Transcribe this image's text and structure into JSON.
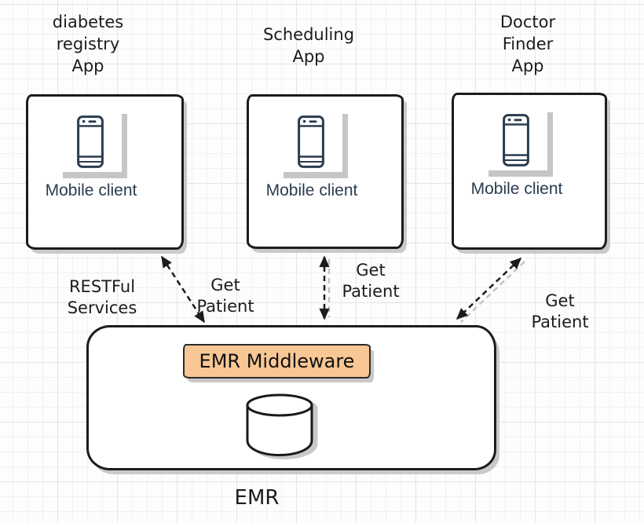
{
  "diagram": {
    "apps": [
      {
        "title": "diabetes\nregistry\nApp",
        "client_label": "Mobile client"
      },
      {
        "title": "Scheduling\nApp",
        "client_label": "Mobile client"
      },
      {
        "title": "Doctor\nFinder\nApp",
        "client_label": "Mobile client"
      }
    ],
    "edge_labels": {
      "restful": "RESTFul\nServices",
      "get_patient_1": "Get\nPatient",
      "get_patient_2": "Get\nPatient",
      "get_patient_3": "Get\nPatient"
    },
    "emr": {
      "middleware": "EMR Middleware",
      "caption": "EMR"
    },
    "icons": {
      "client": "smartphone-icon",
      "storage": "database-cylinder-icon"
    },
    "colors": {
      "ink": "#1c1c1c",
      "client_accent": "#2b3c50",
      "middleware_fill": "#f9c795",
      "shadow": "#c9c9c9",
      "grid_minor": "#f1f1f1",
      "grid_major": "#e4e4e4"
    }
  }
}
